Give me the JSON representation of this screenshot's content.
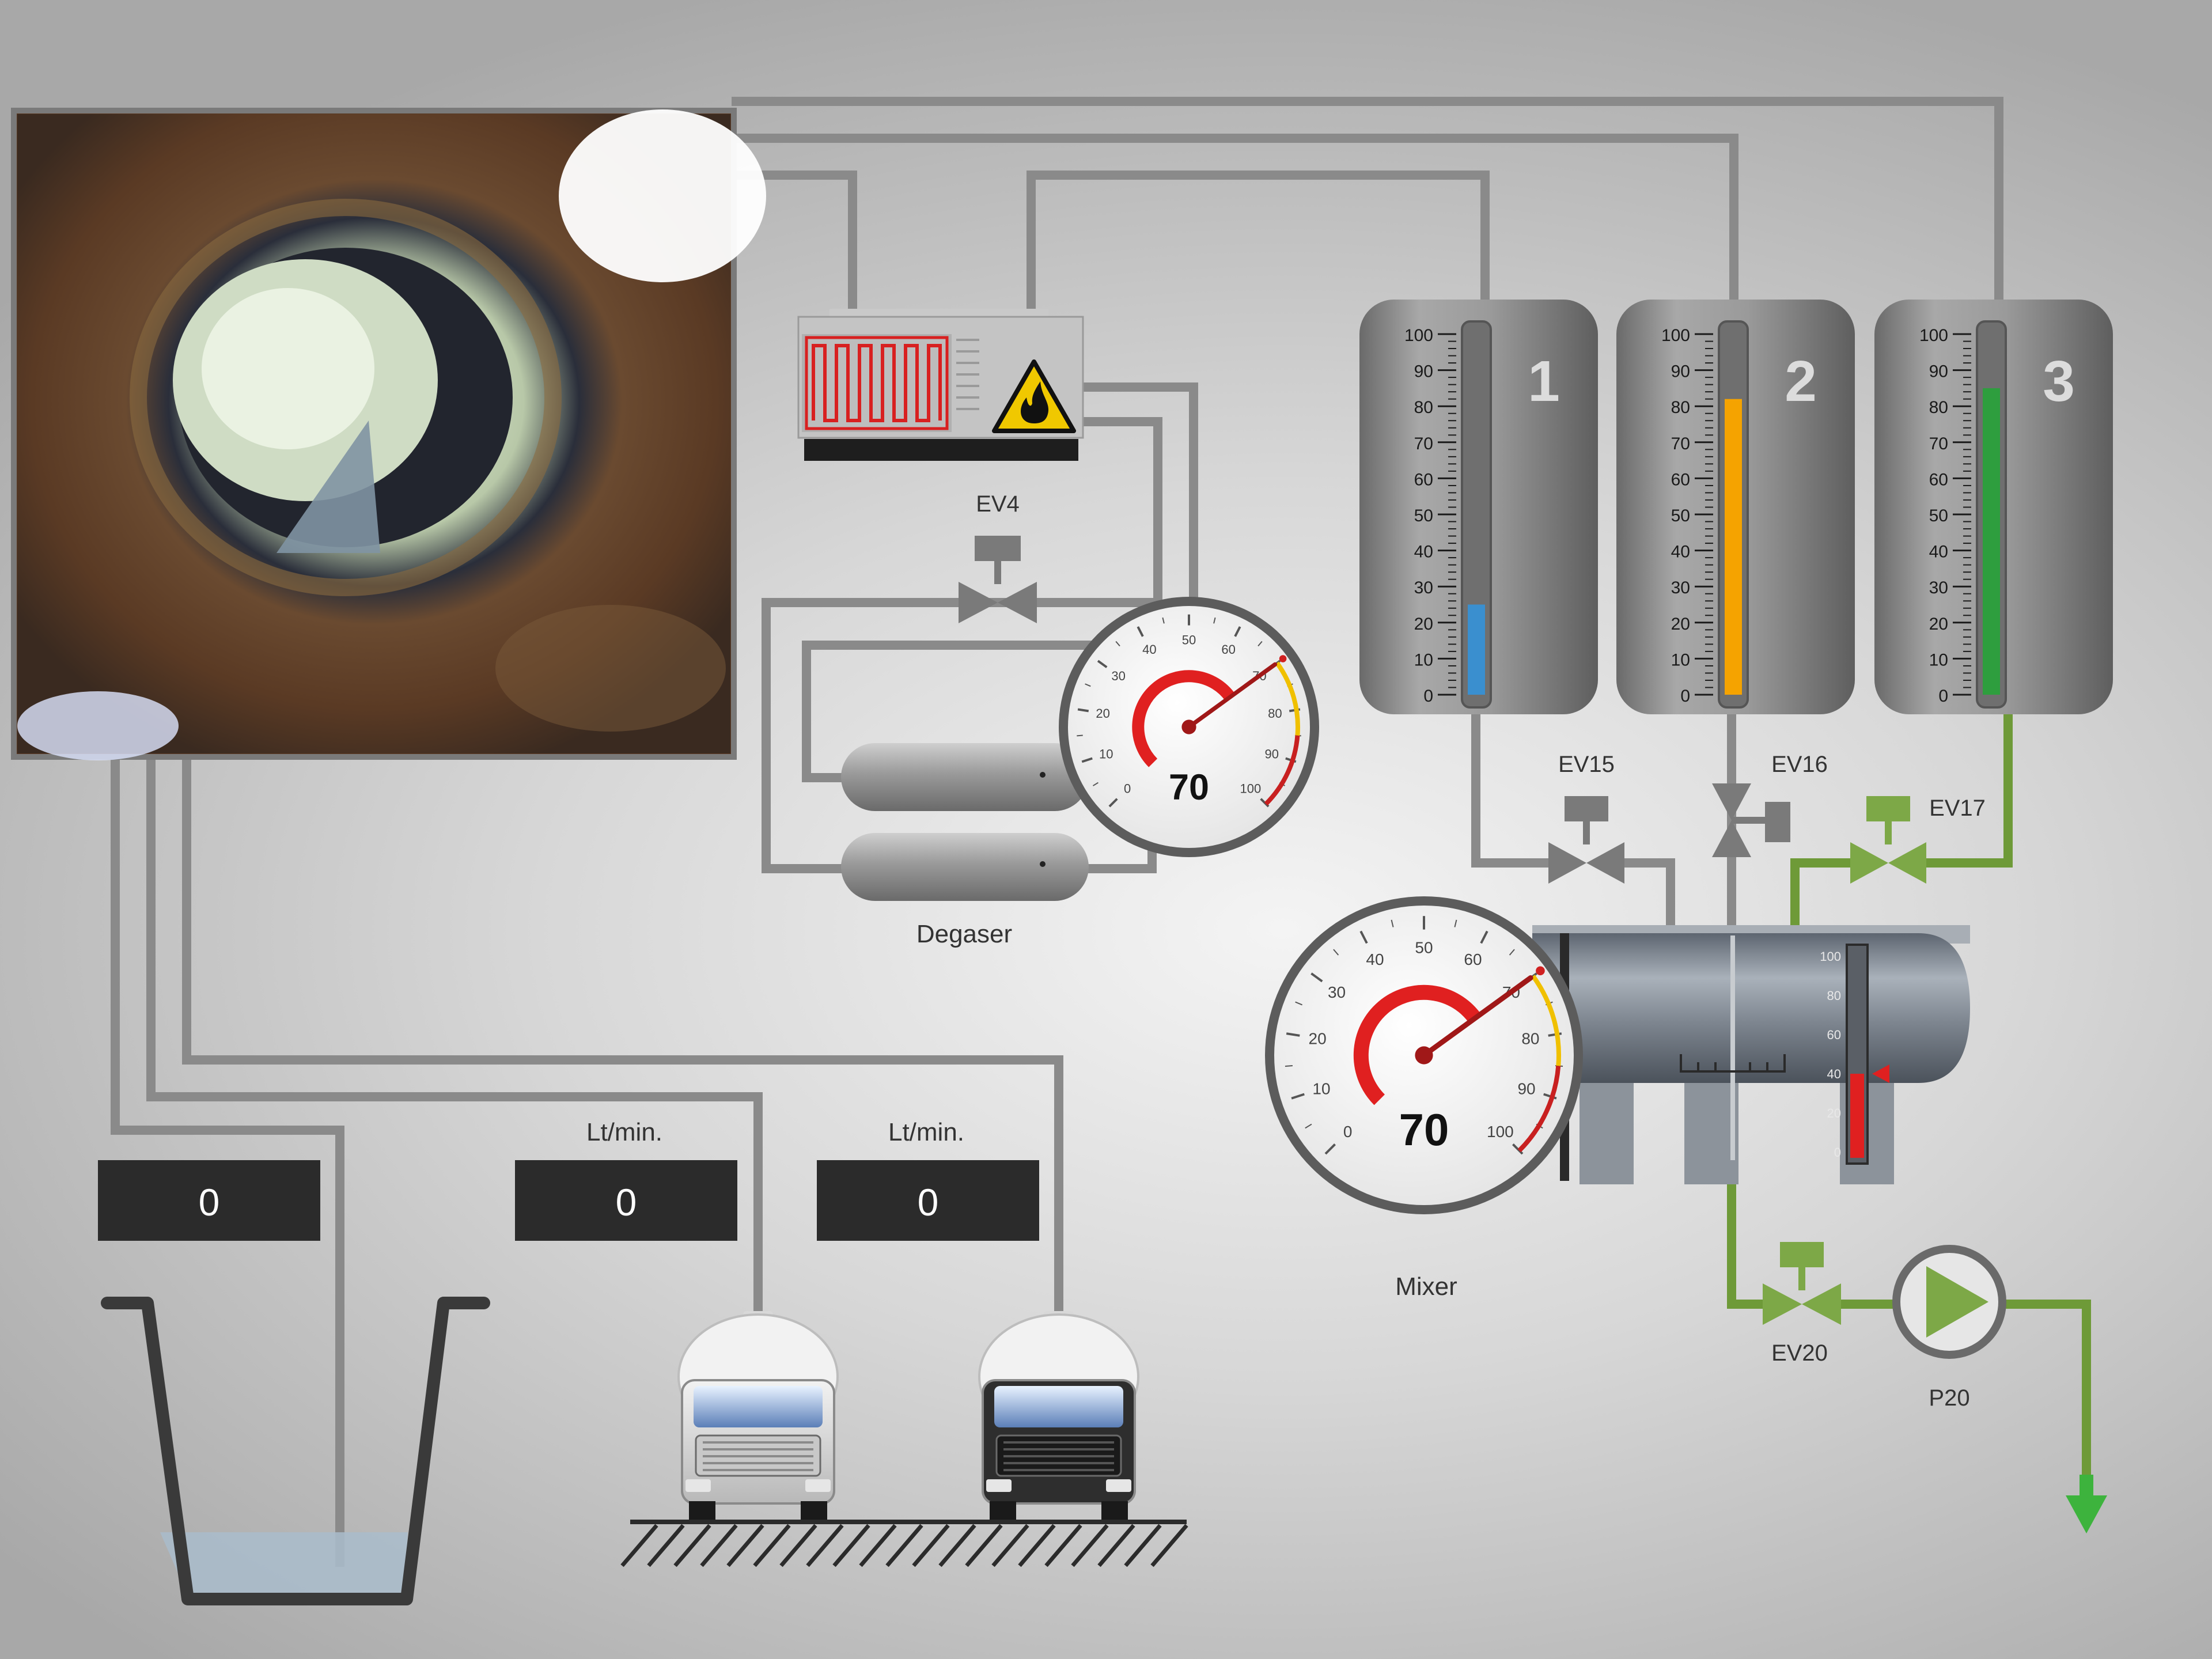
{
  "colors": {
    "pipe_gray": "#8a8a8a",
    "pipe_green": "#6e9a38",
    "valve_gray": "#7a7a7a",
    "valve_green": "#7da847",
    "tank1_fill": "#3a8fcf",
    "tank2_fill": "#f5a300",
    "tank3_fill": "#2e9e3e",
    "gauge_red": "#e02020",
    "gauge_yellow": "#f0c000",
    "display_bg": "#2b2b2b",
    "arrow_green": "#3db33d"
  },
  "camera": {
    "icon": "pipe-camera-view"
  },
  "heater": {
    "icon": "heating-coil-icon",
    "warning_icon": "flammable-warning-icon"
  },
  "valves": {
    "ev4": "EV4",
    "ev15": "EV15",
    "ev16": "EV16",
    "ev17": "EV17",
    "ev20": "EV20"
  },
  "pump": {
    "label": "P20"
  },
  "degaser": {
    "label": "Degaser"
  },
  "mixer": {
    "label": "Mixer"
  },
  "gauge_small": {
    "value": 70,
    "value_text": "70",
    "ticks": [
      "0",
      "10",
      "20",
      "30",
      "40",
      "50",
      "60",
      "70",
      "80",
      "90",
      "100"
    ]
  },
  "gauge_large": {
    "value": 70,
    "value_text": "70",
    "ticks": [
      "0",
      "10",
      "20",
      "30",
      "40",
      "50",
      "60",
      "70",
      "80",
      "90",
      "100"
    ]
  },
  "tanks": [
    {
      "number": "1",
      "level": 25
    },
    {
      "number": "2",
      "level": 82
    },
    {
      "number": "3",
      "level": 85
    }
  ],
  "tank_scale": [
    "0",
    "10",
    "20",
    "30",
    "40",
    "50",
    "60",
    "70",
    "80",
    "90",
    "100"
  ],
  "mixer_scale": [
    "0",
    "20",
    "40",
    "60",
    "80",
    "100"
  ],
  "mixer_level": 40,
  "displays": [
    {
      "label": "",
      "value": "0"
    },
    {
      "label": "Lt/min.",
      "value": "0"
    },
    {
      "label": "Lt/min.",
      "value": "0"
    }
  ],
  "trucks": [
    {
      "style": "silver"
    },
    {
      "style": "dark"
    }
  ],
  "outlet": {
    "icon": "down-arrow-icon"
  }
}
